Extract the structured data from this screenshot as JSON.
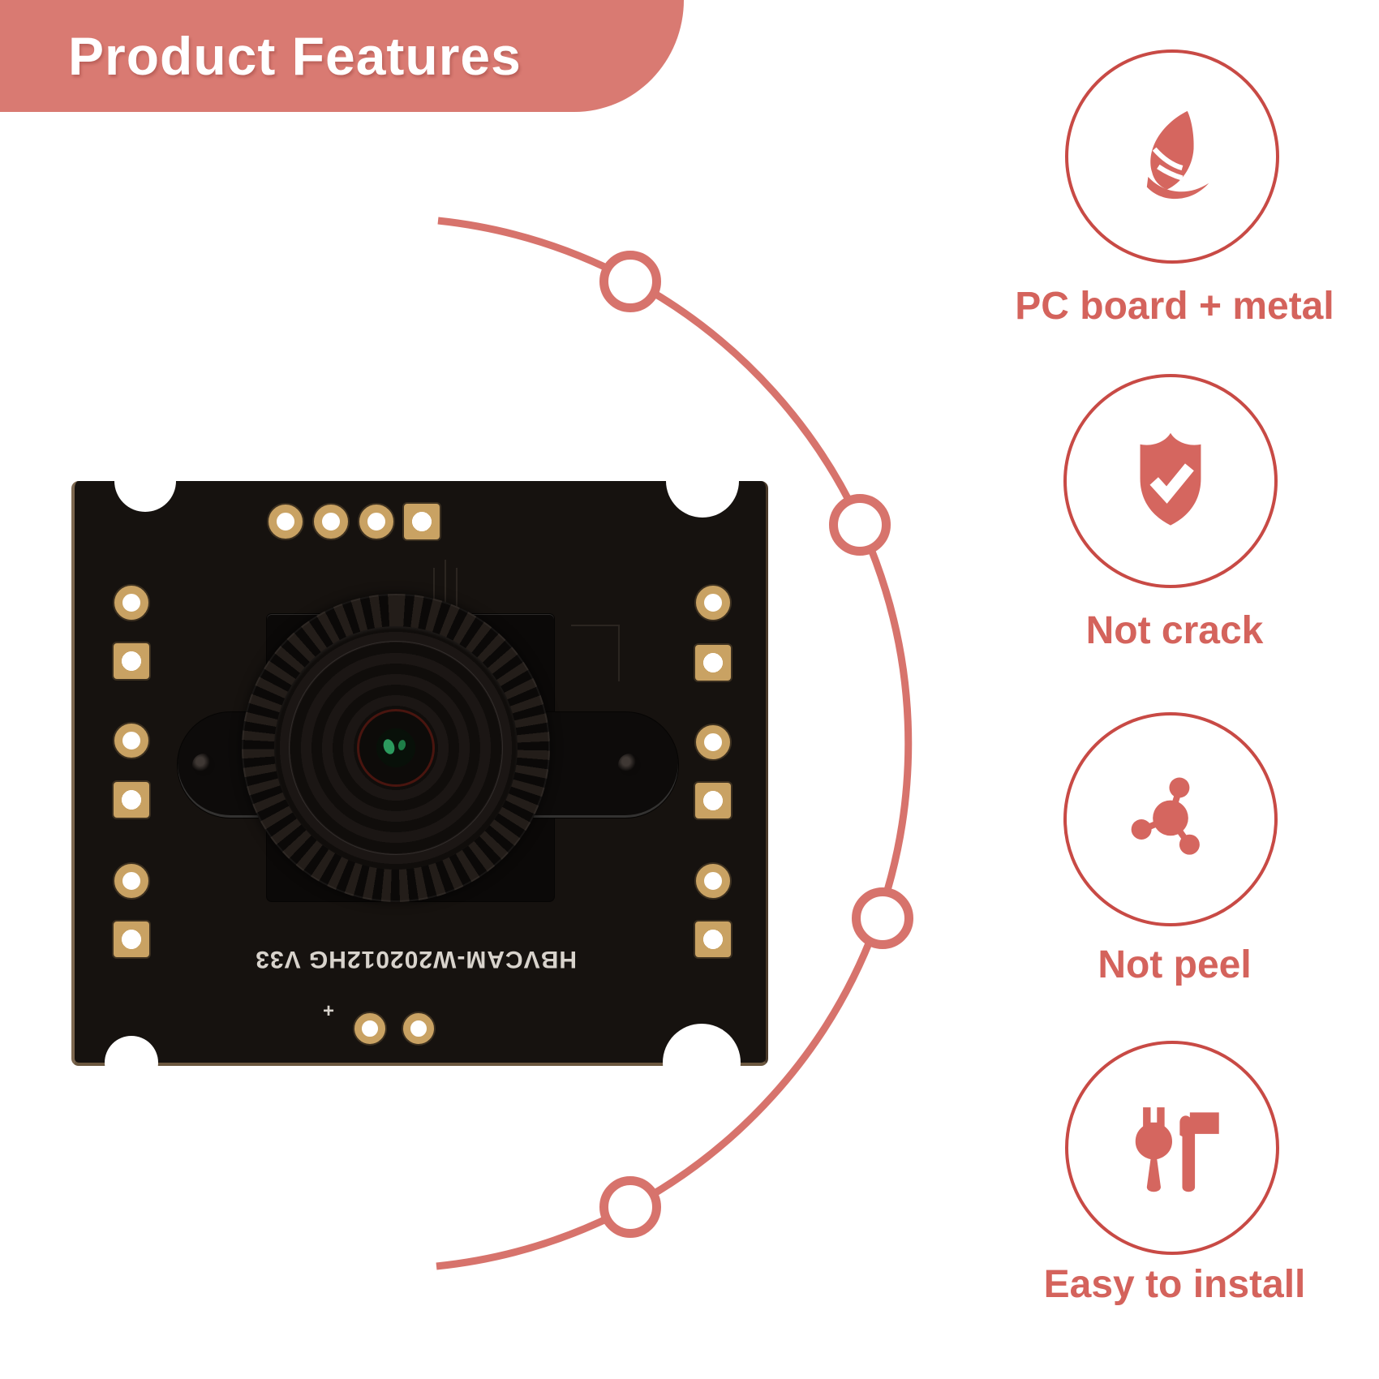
{
  "title": {
    "text": "Product Features"
  },
  "features": [
    {
      "icon": "leaf-icon",
      "label": "PC board + metal"
    },
    {
      "icon": "shield-check-icon",
      "label": "Not crack"
    },
    {
      "icon": "molecule-icon",
      "label": "Not peel"
    },
    {
      "icon": "tools-icon",
      "label": "Easy to install"
    }
  ],
  "pcb": {
    "silkscreen": "HBVCAM-W202012HG V33",
    "fiducial_mark": "+"
  },
  "colors": {
    "banner": "#d97a72",
    "accent": "#d4635c",
    "ring": "#c84a45",
    "icon": "#d5665f",
    "arc": "#d7736c",
    "board": "#16120f",
    "gold": "#c9a263",
    "silk": "#d8d3cc"
  }
}
